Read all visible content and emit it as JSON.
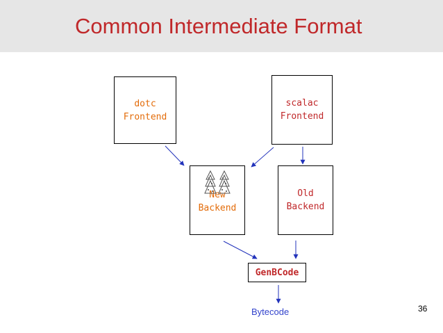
{
  "header": {
    "title": "Common Intermediate Format"
  },
  "boxes": {
    "dotc": {
      "line1": "dotc",
      "line2": "Frontend"
    },
    "scalac": {
      "line1": "scalac",
      "line2": "Frontend"
    },
    "new_backend": {
      "line1": "New",
      "line2": "Backend"
    },
    "old_backend": {
      "line1": "Old",
      "line2": "Backend"
    },
    "genbcode": {
      "label": "GenBCode"
    }
  },
  "output_label": "Bytecode",
  "page_number": "36",
  "colors": {
    "title": "#c0282a",
    "header_bg": "#e6e6e6",
    "new_text": "#e36c0a",
    "old_text": "#c0282a",
    "arrow": "#2233bb"
  }
}
